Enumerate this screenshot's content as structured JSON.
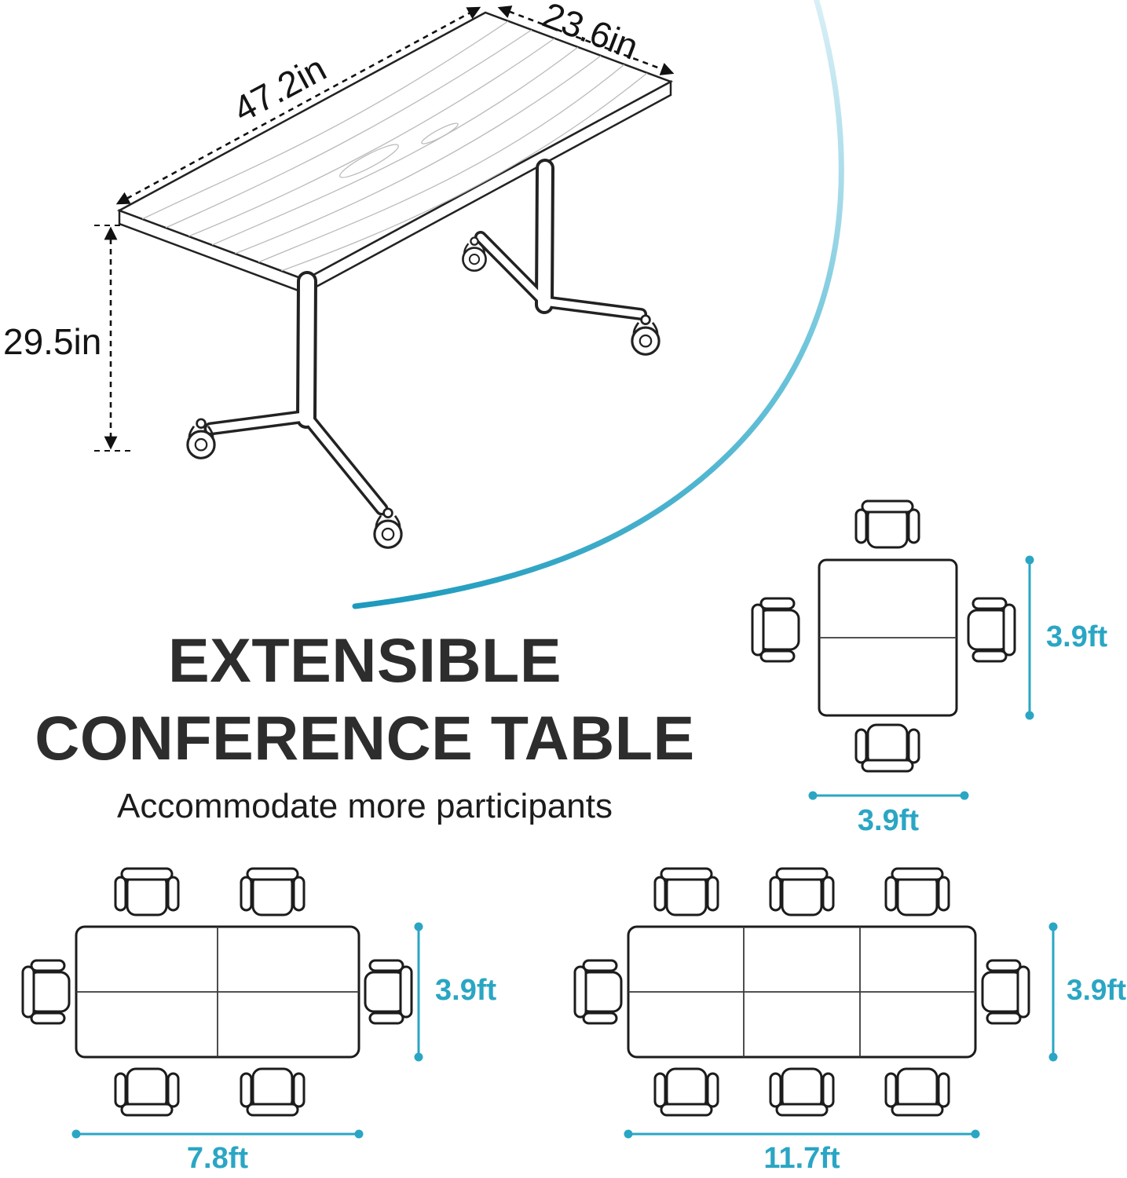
{
  "colors": {
    "accent": "#2aa6c4",
    "ink": "#2d2d2d",
    "outline": "#1c1c1c"
  },
  "icons": [
    "chair-icon",
    "caster-wheel-icon",
    "arrowhead-icon"
  ],
  "iso_view": {
    "length_label": "47.2in",
    "width_label": "23.6in",
    "height_label": "29.5in"
  },
  "headline": {
    "line1": "EXTENSIBLE",
    "line2": "CONFERENCE TABLE",
    "subtitle": "Accommodate more participants"
  },
  "layouts": {
    "small": {
      "name": "square table, 4 seats, 2 segments",
      "width_label": "3.9ft",
      "height_label": "3.9ft"
    },
    "medium": {
      "name": "rectangle table, 6 seats, 4 segments",
      "width_label": "7.8ft",
      "height_label": "3.9ft"
    },
    "large": {
      "name": "long rectangle table, 8 seats, 6 segments",
      "width_label": "11.7ft",
      "height_label": "3.9ft"
    }
  }
}
